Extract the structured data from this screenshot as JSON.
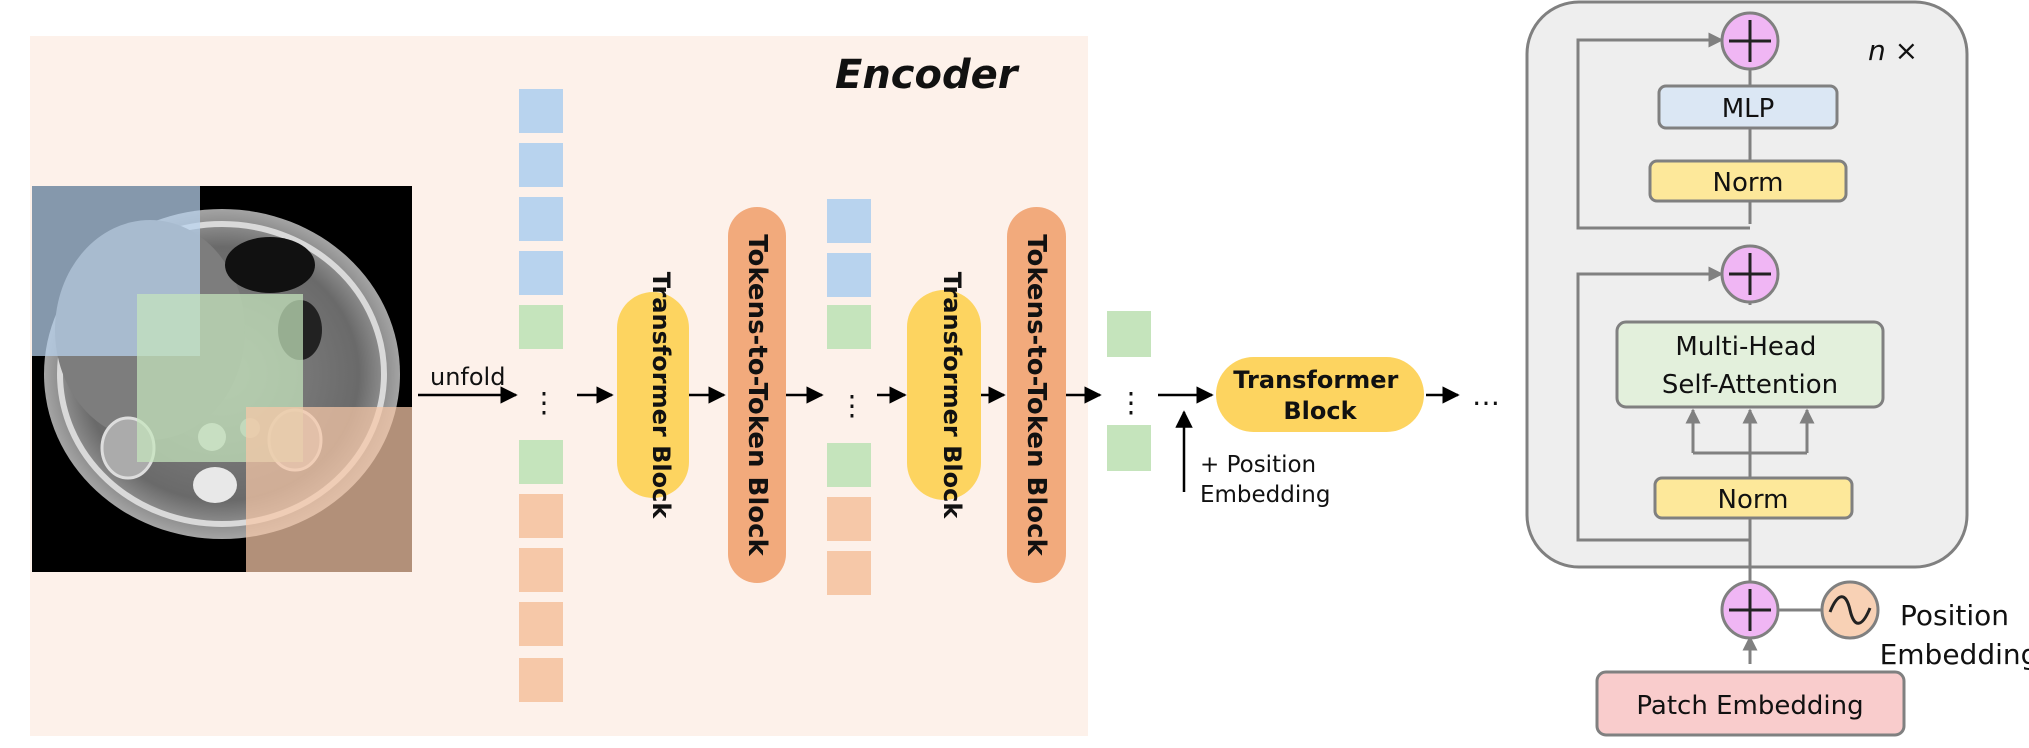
{
  "encoder": {
    "title": "Encoder",
    "unfold_label": "unfold",
    "transformer_block_label": "Transformer Block",
    "t2t_block_label": "Tokens-to-Token Block",
    "position_embedding_label": "+ Position Embedding",
    "ellipsis": "⋮",
    "trailing_ellipsis": "…"
  },
  "vit_block": {
    "repeat_label": "n ×",
    "mlp_label": "MLP",
    "norm_label": "Norm",
    "attention_label": "Multi-Head Self-Attention",
    "position_embedding_label": "Position Embedding",
    "patch_embedding_label": "Patch Embedding"
  },
  "colors": {
    "encoder_bg": "#fdf1ea",
    "token_blue": "#b8d3ee",
    "token_green": "#c5e4bc",
    "token_orange": "#f6c8a8",
    "transformer_yellow": "#fdd460",
    "t2t_orange": "#f2aa7c",
    "panel_bg": "#eeeeee",
    "mlp_blue": "#dbe7f4",
    "norm_yellow": "#fde89a",
    "attention_green": "#e3f0dc",
    "plus_pink": "#f0b6f4",
    "patch_pink": "#f9cccc",
    "sine_orange": "#f8d1b5"
  }
}
